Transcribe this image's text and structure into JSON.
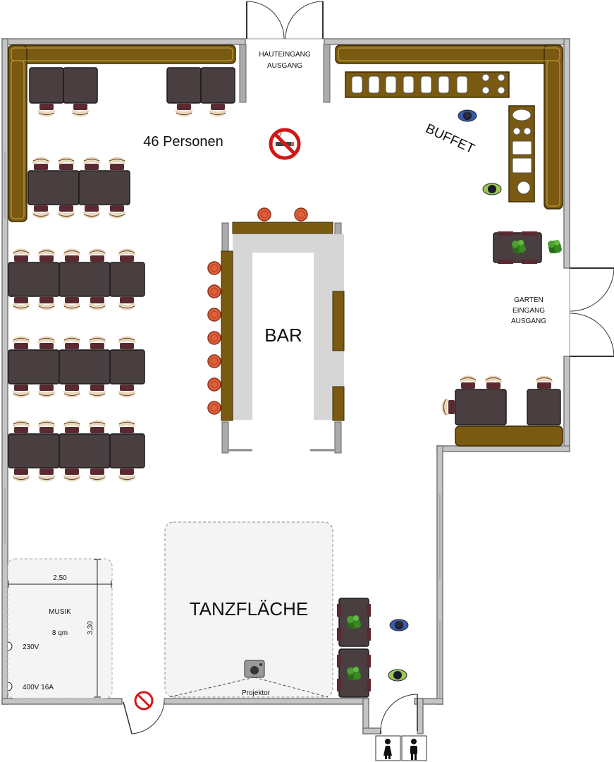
{
  "plan": {
    "entrance_main": [
      "HAUTEINGANG",
      "AUSGANG"
    ],
    "entrance_garden": [
      "GARTEN",
      "EINGANG",
      "AUSGANG"
    ],
    "capacity": "46 Personen",
    "buffet": "BUFFET",
    "bar": "BAR",
    "dance_floor": "TANZFLÄCHE",
    "projector": "Projektor",
    "music": {
      "label": "MUSIK",
      "area": "8 qm",
      "width": "2,50",
      "depth": "3,30",
      "socket_1": "230V",
      "socket_2": "400V 16A"
    }
  },
  "colors": {
    "wall": "#9a9a9a",
    "bench": "#7a5a10",
    "bench_dark": "#5a420a",
    "table": "#4a3f40",
    "chair": "#5a2a30",
    "bar_counter": "#d6d6d6",
    "stool": "#e0603a",
    "no_smoking": "#d11818"
  }
}
